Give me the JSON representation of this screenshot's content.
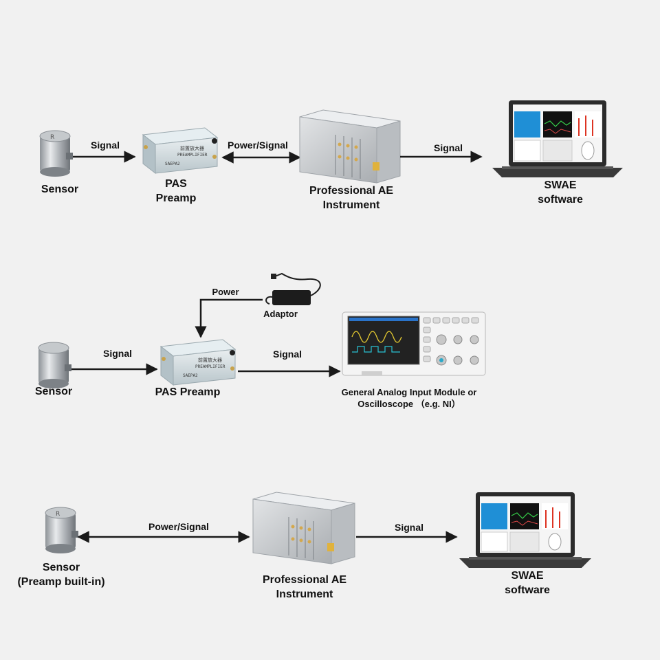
{
  "row1": {
    "sensor": "Sensor",
    "preamp_line1": "PAS",
    "preamp_line2": "Preamp",
    "instrument_line1": "Professional AE",
    "instrument_line2": "Instrument",
    "software_line1": "SWAE",
    "software_line2": "software",
    "link1": "Signal",
    "link2": "Power/Signal",
    "link3": "Signal"
  },
  "row2": {
    "sensor": "Sensor",
    "preamp": "PAS Preamp",
    "adaptor": "Adaptor",
    "power": "Power",
    "link1": "Signal",
    "link2": "Signal",
    "scope_line1": "General Analog Input Module or",
    "scope_line2": "Oscilloscope （e.g. NI）"
  },
  "row3": {
    "sensor_line1": "Sensor",
    "sensor_line2": "(Preamp built-in)",
    "instrument_line1": "Professional AE",
    "instrument_line2": "Instrument",
    "software_line1": "SWAE",
    "software_line2": "software",
    "link1": "Power/Signal",
    "link2": "Signal"
  },
  "device_print": {
    "preamp_cn": "前置放大器",
    "preamp_en": "PREAMPLIFIER",
    "preamp_model": "SAEPA2"
  },
  "colors": {
    "background": "#f1f1f1",
    "arrow": "#1a1a1a",
    "metal": "#c9cccf",
    "preamp_body": "#cfe0e6",
    "screen_blue": "#1f8fd6"
  }
}
